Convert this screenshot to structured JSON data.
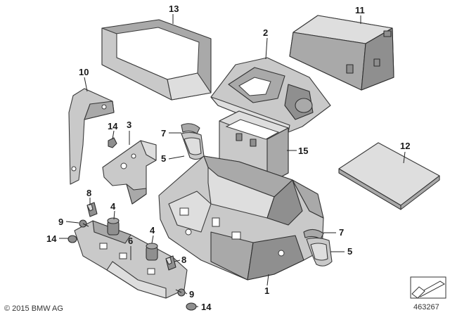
{
  "callouts": [
    "1",
    "2",
    "3",
    "4",
    "5",
    "6",
    "7",
    "8",
    "9",
    "10",
    "11",
    "12",
    "13",
    "14",
    "15"
  ],
  "copyright": "© 2015 BMW AG",
  "diagram_number": "463267"
}
